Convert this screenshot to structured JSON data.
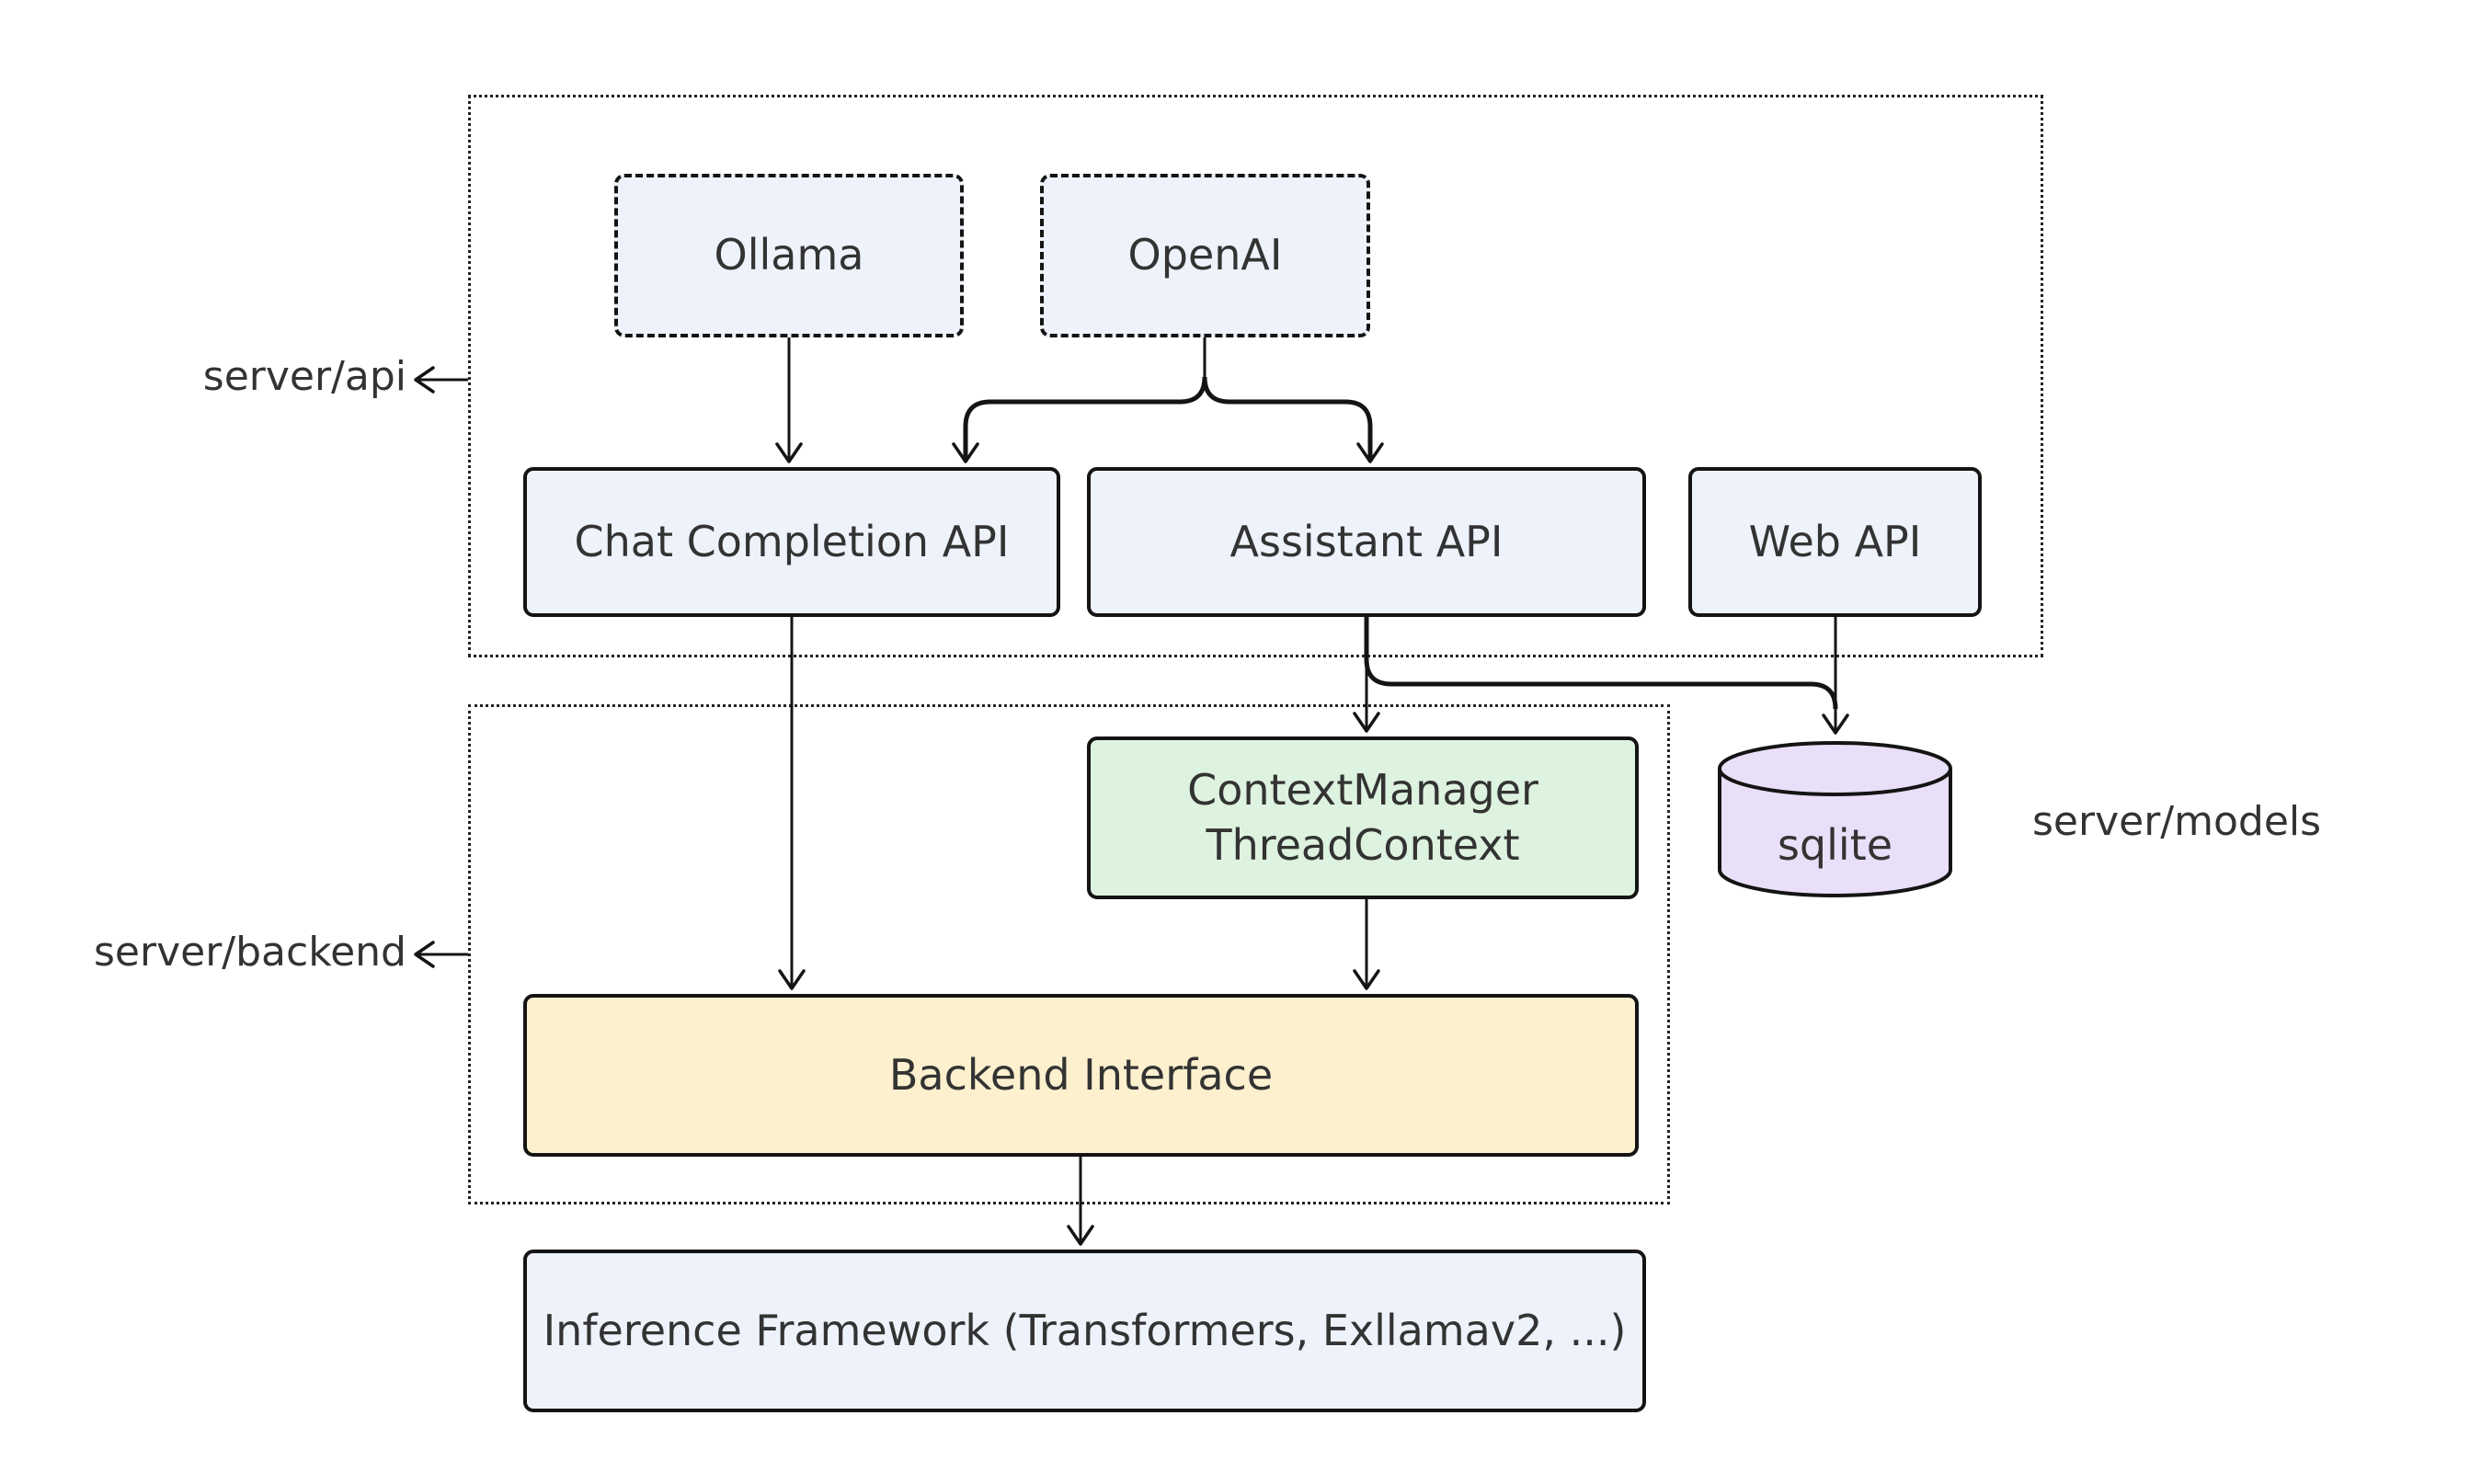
{
  "diagram": {
    "groups": {
      "api": {
        "label": "server/api"
      },
      "backend": {
        "label": "server/backend"
      },
      "models": {
        "label": "server/models"
      }
    },
    "nodes": {
      "ollama": {
        "label": "Ollama"
      },
      "openai": {
        "label": "OpenAI"
      },
      "chat_completion_api": {
        "label": "Chat Completion API"
      },
      "assistant_api": {
        "label": "Assistant API"
      },
      "web_api": {
        "label": "Web API"
      },
      "context_manager": {
        "line1": "ContextManager",
        "line2": "ThreadContext"
      },
      "sqlite": {
        "label": "sqlite"
      },
      "backend_interface": {
        "label": "Backend Interface"
      },
      "inference_framework": {
        "label": "Inference Framework (Transformers, Exllamav2, ...)"
      }
    },
    "edges": [
      {
        "from": "Ollama",
        "to": "Chat Completion API"
      },
      {
        "from": "OpenAI",
        "to": "Chat Completion API"
      },
      {
        "from": "OpenAI",
        "to": "Assistant API"
      },
      {
        "from": "Assistant API",
        "to": "ContextManager ThreadContext"
      },
      {
        "from": "Assistant API",
        "to": "sqlite"
      },
      {
        "from": "Web API",
        "to": "sqlite"
      },
      {
        "from": "Chat Completion API",
        "to": "Backend Interface"
      },
      {
        "from": "ContextManager ThreadContext",
        "to": "Backend Interface"
      },
      {
        "from": "Backend Interface",
        "to": "Inference Framework (Transformers, Exllamav2, ...)"
      },
      {
        "from": "server/api group border",
        "to": "server/api label"
      },
      {
        "from": "server/backend group border",
        "to": "server/backend label"
      }
    ],
    "colors": {
      "node_blue": "#eef2fb",
      "node_green": "#ddf2df",
      "node_yellow": "#fdf0ce",
      "node_purple": "#e9dff8",
      "ink": "#141414",
      "text": "#333333",
      "bg": "#ffffff"
    }
  }
}
